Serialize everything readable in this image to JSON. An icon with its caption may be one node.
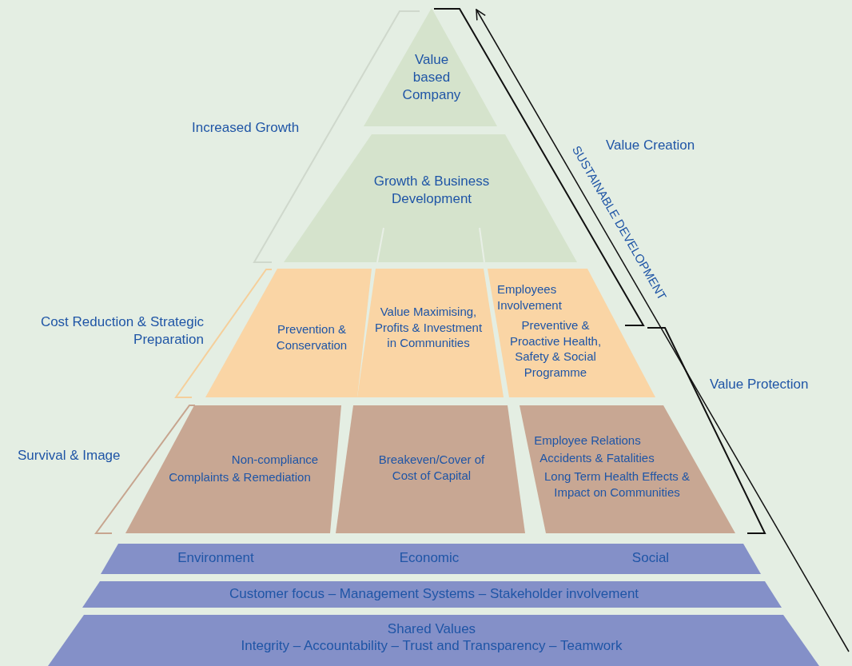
{
  "diagram": {
    "nodes": [
      {
        "text": [
          "Value based Company"
        ]
      },
      {
        "text": [
          "Growth & Business Development"
        ]
      },
      {
        "text": [
          "Prevention & Conservation"
        ]
      },
      {
        "text": [
          "Value Maximising, Profits & Investment in Communities"
        ]
      },
      {
        "text": [
          "Employees Involvement",
          "Preventive & Proactive Health, Safety & Social Programme"
        ]
      },
      {
        "text": [
          "Non-compliance",
          "Complaints & Remediation"
        ]
      },
      {
        "text": [
          "Breakeven/Cover of Cost of Capital"
        ]
      },
      {
        "text": [
          "Employee Relations",
          "Accidents & Fatalities",
          "Long Term Health Effects & Impact on Communities"
        ]
      },
      {
        "text": [
          "Environment",
          "Economic",
          "Social"
        ]
      },
      {
        "text": [
          "Customer focus – Management Systems – Stakeholder involvement"
        ]
      },
      {
        "text": [
          "Shared Values",
          "Integrity – Accountability – Trust and Transparency – Teamwork"
        ]
      }
    ],
    "labels": [
      "Increased Growth",
      "Value Creation",
      "SUSTAINABLE DEVELOPMENT",
      "Cost Reduction & Strategic Preparation",
      "Value Protection",
      "Survival & Image"
    ]
  }
}
